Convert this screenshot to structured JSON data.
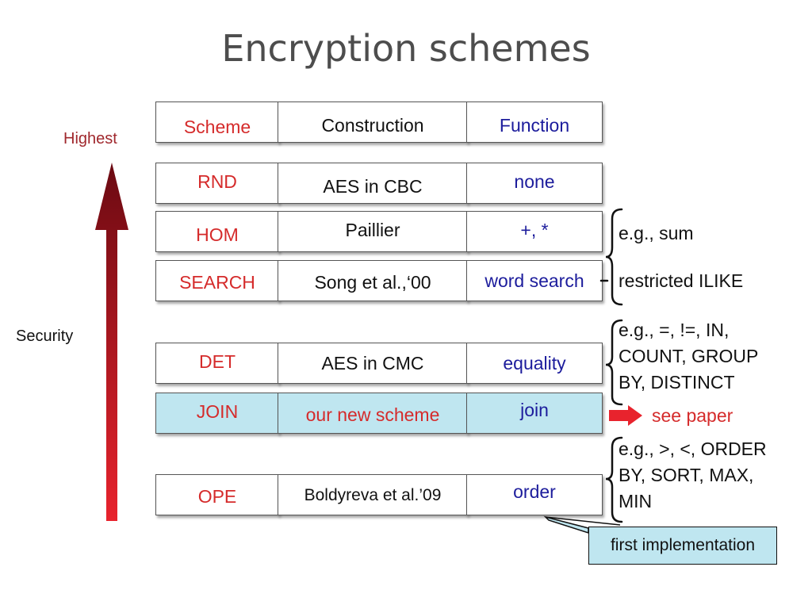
{
  "title": "Encryption schemes",
  "header": {
    "scheme": "Scheme",
    "construction": "Construction",
    "function": "Function"
  },
  "axis": {
    "top_label": "Highest",
    "side_label": "Security"
  },
  "rows": [
    {
      "scheme": "RND",
      "construction": "AES in CBC",
      "function": "none"
    },
    {
      "scheme": "HOM",
      "construction": "Paillier",
      "function": "+, *"
    },
    {
      "scheme": "SEARCH",
      "construction": "Song et al.,‘00",
      "function": "word search"
    },
    {
      "scheme": "DET",
      "construction": "AES in CMC",
      "function": "equality"
    },
    {
      "scheme": "JOIN",
      "construction": "our new scheme",
      "function": "join"
    },
    {
      "scheme": "OPE",
      "construction": "Boldyreva et al.’09",
      "function": "order"
    }
  ],
  "notes": {
    "hom": "e.g., sum",
    "search": "restricted ILIKE",
    "det": [
      "e.g., =, !=, IN,",
      "COUNT, GROUP",
      "BY, DISTINCT"
    ],
    "join": "see paper",
    "ope": [
      "e.g., >, <, ORDER",
      "BY, SORT, MAX,",
      "MIN"
    ]
  },
  "callout": "first implementation",
  "colors": {
    "scheme_text": "#d52b2b",
    "function_text": "#1c1c9c",
    "join_fill": "#bfe6f0",
    "arrow_red": "#e8232d"
  }
}
